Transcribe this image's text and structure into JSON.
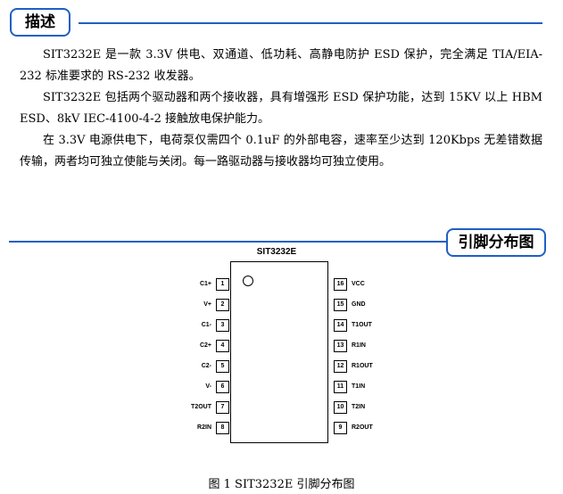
{
  "description": {
    "heading": "描述",
    "paragraphs": [
      "SIT3232E 是一款 3.3V 供电、双通道、低功耗、高静电防护 ESD 保护，完全满足 TIA/EIA-232 标准要求的 RS-232 收发器。",
      "SIT3232E 包括两个驱动器和两个接收器，具有增强形 ESD 保护功能，达到 15KV 以上 HBM ESD、8kV IEC-4100-4-2 接触放电保护能力。",
      "在 3.3V 电源供电下，电荷泵仅需四个 0.1uF 的外部电容，速率至少达到 120Kbps 无差错数据传输，两者均可独立使能与关闭。每一路驱动器与接收器均可独立使用。"
    ]
  },
  "pinout": {
    "heading": "引脚分布图",
    "chip_name": "SIT3232E",
    "left_pins": [
      {
        "num": "1",
        "label": "C1+"
      },
      {
        "num": "2",
        "label": "V+"
      },
      {
        "num": "3",
        "label": "C1-"
      },
      {
        "num": "4",
        "label": "C2+"
      },
      {
        "num": "5",
        "label": "C2-"
      },
      {
        "num": "6",
        "label": "V-"
      },
      {
        "num": "7",
        "label": "T2OUT"
      },
      {
        "num": "8",
        "label": "R2IN"
      }
    ],
    "right_pins": [
      {
        "num": "16",
        "label": "VCC"
      },
      {
        "num": "15",
        "label": "GND"
      },
      {
        "num": "14",
        "label": "T1OUT"
      },
      {
        "num": "13",
        "label": "R1IN"
      },
      {
        "num": "12",
        "label": "R1OUT"
      },
      {
        "num": "11",
        "label": "T1IN"
      },
      {
        "num": "10",
        "label": "T2IN"
      },
      {
        "num": "9",
        "label": "R2OUT"
      }
    ],
    "caption": "图 1 SIT3232E 引脚分布图"
  },
  "colors": {
    "accent": "#1f5fc4"
  }
}
